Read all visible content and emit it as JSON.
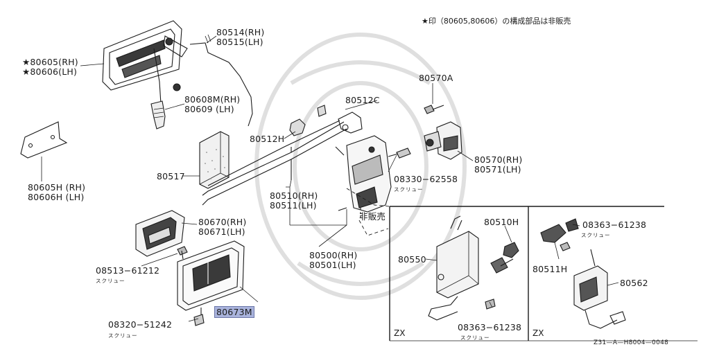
{
  "note": "★印（80605,80606）の構成部品は非販売",
  "diagram_code": "Z31—A—H8004—0048",
  "non_sale_label": "非販売",
  "screw_label": "スクリュー",
  "zx_label": "ZX",
  "parts": {
    "p80605": [
      "★80605(RH)",
      "★80606(LH)"
    ],
    "p80514": [
      "80514(RH)",
      "80515(LH)"
    ],
    "p80608": [
      "80608M(RH)",
      "80609 (LH)"
    ],
    "p80605h": [
      "80605H (RH)",
      "80606H (LH)"
    ],
    "p80512c": "80512C",
    "p80512h": "80512H",
    "p80517": "80517",
    "p80570a": "80570A",
    "p80570": [
      "80570(RH)",
      "80571(LH)"
    ],
    "p08330": "08330−62558",
    "p80510": [
      "80510(RH)",
      "80511(LH)"
    ],
    "p80670": [
      "80670(RH)",
      "80671(LH)"
    ],
    "p08513": "08513−61212",
    "p80500": [
      "80500(RH)",
      "80501(LH)"
    ],
    "p80673m": "80673M",
    "p08320": "08320−51242",
    "p80510h": "80510H",
    "p80550": "80550",
    "p08363a": "08363−61238",
    "p80511h": "80511H",
    "p08363b": "08363−61238",
    "p80562": "80562"
  }
}
